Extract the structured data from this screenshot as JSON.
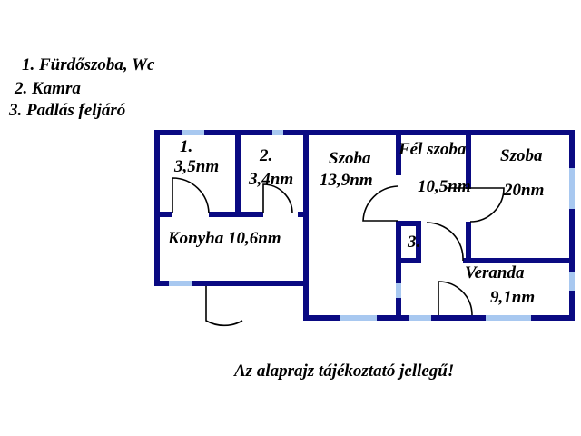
{
  "legend": [
    "1. Fürdőszoba, Wc",
    "2. Kamra",
    "3. Padlás feljáró"
  ],
  "rooms": {
    "bath_num": "1.",
    "bath_area": "3,5nm",
    "pantry_num": "2.",
    "pantry_area": "3,4nm",
    "kitchen": "Konyha 10,6nm",
    "room1_name": "Szoba",
    "room1_area": "13,9nm",
    "half_room_name": "Fél szoba",
    "half_room_area": "10,5nm",
    "room2_name": "Szoba",
    "room2_area": "20nm",
    "attic_num": "3.",
    "veranda_name": "Veranda",
    "veranda_area": "9,1nm"
  },
  "note": "Az alaprajz tájékoztató jellegű!",
  "colors": {
    "wall": "#0a0a82",
    "window": "#a8c8f0"
  }
}
